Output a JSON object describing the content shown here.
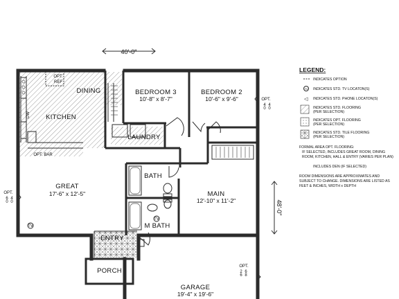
{
  "plan": {
    "dimension_top": "40'-0\"",
    "dimension_right": "48'-0\"",
    "rooms": {
      "dining": "DINING",
      "kitchen": "KITCHEN",
      "opt_ref": [
        "OPT.",
        "REF"
      ],
      "opt_bar": "OPT. BAR",
      "dw": "DW",
      "bedroom3": {
        "name": "BEDROOM 3",
        "dims": "10'-8\" x 8'-7\""
      },
      "bedroom2": {
        "name": "BEDROOM 2",
        "dims": "10'-6\" x 9'-6\""
      },
      "laundry": "LAUNDRY",
      "great": {
        "name": "GREAT",
        "dims": "17'-6\" x 12'-5\""
      },
      "bath": "BATH",
      "main": {
        "name": "MAIN",
        "dims": "12'-10\" x 11'-2\""
      },
      "m_bath": "M BATH",
      "entry": "ENTRY",
      "porch": "PORCH",
      "garage": {
        "name": "GARAGE",
        "dims": "19'-4\" x 19'-6\""
      }
    },
    "opt_windows": {
      "right": [
        "OPT.",
        "4",
        "0",
        "4",
        "0"
      ],
      "left": [
        "OPT.",
        "6",
        "0",
        "4",
        "0"
      ],
      "garage": [
        "OPT.",
        "2",
        "6",
        "6",
        "8"
      ]
    },
    "symbols": {
      "tv": "TV",
      "phone": "◁"
    }
  },
  "legend": {
    "title": "LEGEND:",
    "items": [
      {
        "symbol": "dash",
        "text": "INDICATES OPTION"
      },
      {
        "symbol": "tv",
        "text": "INDICATES STD. TV LOCATON(S)"
      },
      {
        "symbol": "phone",
        "text": "INDICATES STD. PHONE LOCATON(S)"
      },
      {
        "symbol": "hatch",
        "text": [
          "INDICATES STD. FLOORING",
          "(PER SELECTION)"
        ]
      },
      {
        "symbol": "dots",
        "text": [
          "INDICATES OPT. FLOORING",
          "(PER SELECTION)"
        ]
      },
      {
        "symbol": "tile",
        "text": [
          "INDICATES STD. TILE FLOORING",
          "(PER SELECTION)"
        ]
      }
    ],
    "notes": [
      [
        "FORMAL AREA OPT. FLOORING:",
        "IF SELECTED, INCLUDES GREAT ROOM, DINING",
        "ROOM, KITCHEN, HALL & ENTRY (VARIES PER PLAN)"
      ],
      [
        "INCLUDES DEN (IF SELECTED)"
      ],
      [
        "ROOM DIMENSIONS ARE APPROXIMATES AND",
        "SUBJECT TO CHANGE. DIMENSIONS ARE LISTED AS",
        "FEET & INCHES, WIDTH x DEPTH"
      ]
    ]
  },
  "colors": {
    "wall": "#2b2b2b",
    "hatch": "#9a9a9a"
  }
}
